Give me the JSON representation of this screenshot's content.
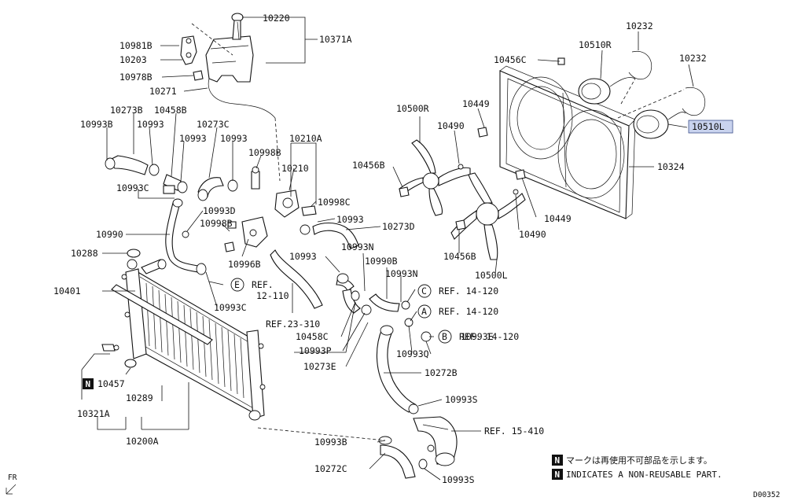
{
  "labels": {
    "p10220": "10220",
    "p10371A": "10371A",
    "p10981B": "10981B",
    "p10203": "10203",
    "p10978B": "10978B",
    "p10271": "10271",
    "p10273B": "10273B",
    "p10458B": "10458B",
    "p10993B_a": "10993B",
    "p10993_a": "10993",
    "p10273C": "10273C",
    "p10993_b": "10993",
    "p10993_c": "10993",
    "p10998B_a": "10998B",
    "p10210A": "10210A",
    "p10210": "10210",
    "p10993C_a": "10993C",
    "p10993D": "10993D",
    "p10998C": "10998C",
    "p10993_d": "10993",
    "p10998B_b": "10998B",
    "p10273D": "10273D",
    "p10990": "10990",
    "p10288": "10288",
    "p10996B": "10996B",
    "p10993N_a": "10993N",
    "p10993_e": "10993",
    "p10990B": "10990B",
    "p10401": "10401",
    "p10993N_b": "10993N",
    "p10993C_b": "10993C",
    "p10458C": "10458C",
    "p10993P": "10993P",
    "p10993Q": "10993Q",
    "p10993E": "10993E",
    "p10273E": "10273E",
    "p10272B": "10272B",
    "p10457": "10457",
    "p10289": "10289",
    "p10321A": "10321A",
    "p10200A": "10200A",
    "p10993S_a": "10993S",
    "p10993B_b": "10993B",
    "p10272C": "10272C",
    "p10993S_b": "10993S",
    "p10232_a": "10232",
    "p10232_b": "10232",
    "p10510R": "10510R",
    "p10456C": "10456C",
    "p10449_a": "10449",
    "p10500R": "10500R",
    "p10490_a": "10490",
    "p10510L": "10510L",
    "p10456B_a": "10456B",
    "p10324": "10324",
    "p10449_b": "10449",
    "p10490_b": "10490",
    "p10456B_b": "10456B",
    "p10500L": "10500L"
  },
  "refs": {
    "e_letter": "E",
    "e_ref": "REF.",
    "e_num": "12-110",
    "ref23": "REF.23-310",
    "c_letter": "C",
    "c_ref": "REF. 14-120",
    "a_letter": "A",
    "a_ref": "REF. 14-120",
    "b_letter": "B",
    "b_ref": "REF. 14-120",
    "ref15": "REF. 15-410"
  },
  "legend": {
    "n_mark": "N",
    "note_jp": "マークは再使用不可部品を示します。",
    "note_en": "INDICATES A NON-REUSABLE PART."
  },
  "corner": {
    "fr": "FR",
    "code": "D00352"
  },
  "highlight_color": "#c9d3ee"
}
